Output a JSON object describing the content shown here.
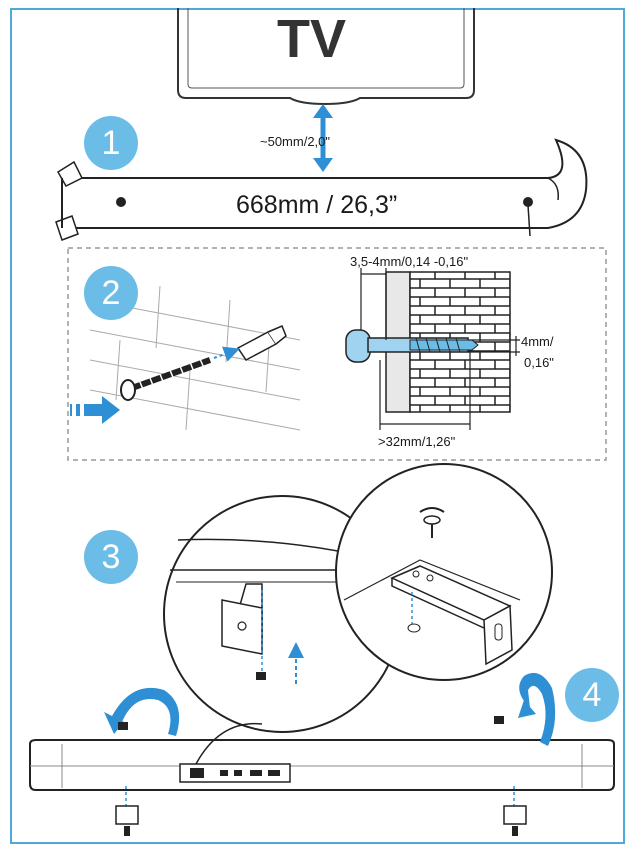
{
  "tv_label": "TV",
  "steps": [
    "1",
    "2",
    "3",
    "4"
  ],
  "dimensions": {
    "tv_gap": "~50mm/2,0\"",
    "template_width": "668mm / 26,3”",
    "wall_depth": "3,5-4mm/0,14 -0,16\"",
    "thread_diameter_line1": "4mm/",
    "thread_diameter_line2": "0,16\"",
    "screw_length": ">32mm/1,26\""
  },
  "colors": {
    "accent": "#4fa8dc",
    "badge": "#6bbde8",
    "arrow": "#2f8fd4",
    "screw": "#9fd3ef"
  }
}
